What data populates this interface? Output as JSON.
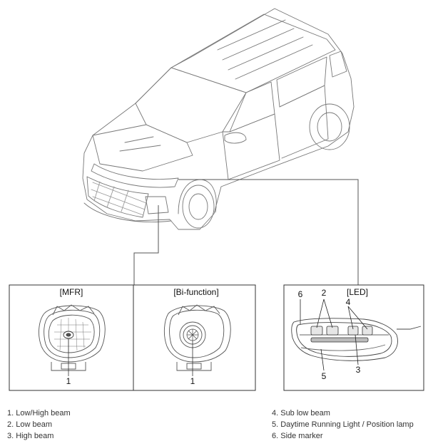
{
  "panels": {
    "mfr": "[MFR]",
    "bifunction": "[Bi-function]",
    "led": "[LED]"
  },
  "callouts": {
    "mfr_1": "1",
    "bifunction_1": "1",
    "led_6": "6",
    "led_2": "2",
    "led_4": "4",
    "led_5": "5",
    "led_3": "3"
  },
  "legend": {
    "left": [
      "1. Low/High beam",
      "2. Low beam",
      "3. High beam"
    ],
    "right": [
      "4. Sub low beam",
      "5. Daytime Running Light / Position lamp",
      "6. Side marker"
    ]
  },
  "colors": {
    "line": "#555555",
    "frame": "#333333"
  }
}
